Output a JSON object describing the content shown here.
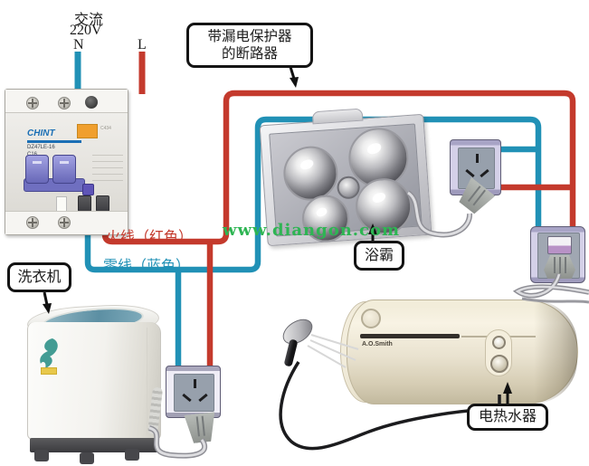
{
  "power_feed": {
    "ac": "交流",
    "voltage": "220V",
    "neutral": "N",
    "live": "L"
  },
  "callouts": {
    "breaker": {
      "line1": "带漏电保护器",
      "line2": "的断路器"
    },
    "washing_machine": "洗衣机",
    "bath_heater": "浴霸",
    "water_heater": "电热水器"
  },
  "wire_labels": {
    "live": "火线（红色）",
    "neutral": "零线（蓝色）"
  },
  "watermark": "www.diangon.com",
  "breaker": {
    "brand": "CHINT",
    "model": "DZ47LE-16",
    "rating": "C16",
    "side_code": "C434"
  },
  "water_heater": {
    "brand": "A.O.Smith"
  },
  "colors": {
    "live-wire": "#c43a2d",
    "neutral-wire": "#2191b6",
    "watermark": "#2eb553"
  }
}
